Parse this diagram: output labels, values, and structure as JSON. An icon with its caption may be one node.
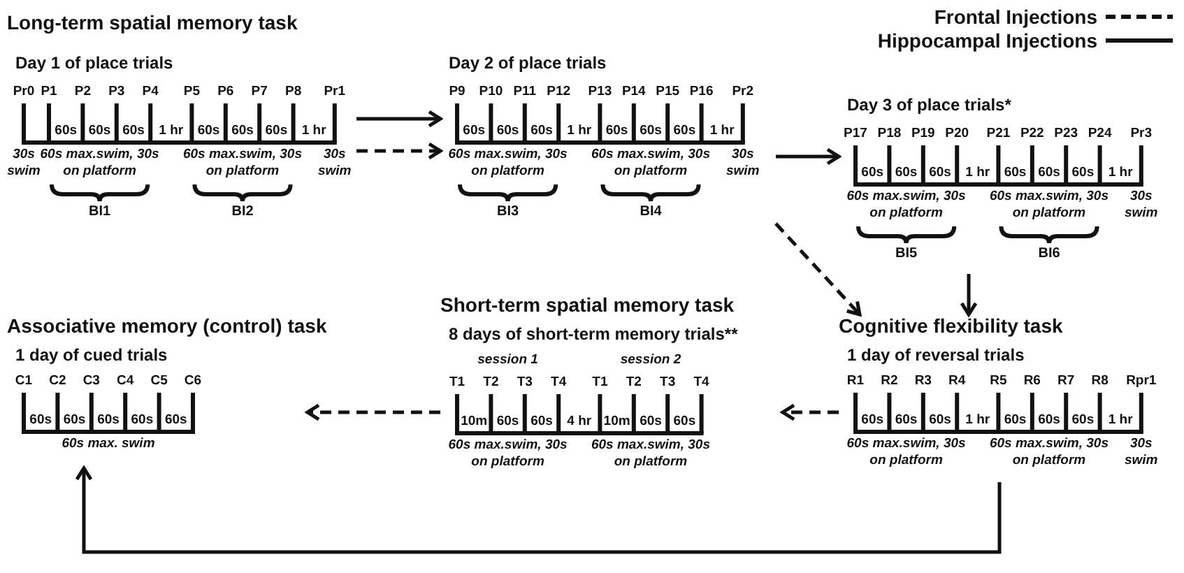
{
  "diagram": {
    "nodes": [
      {
        "text": [
          "Day 1 of place trials",
          "Pr0",
          "P1",
          "P2",
          "P3",
          "P4",
          "P5",
          "P6",
          "P7",
          "P8",
          "Pr1",
          "60s",
          "60s",
          "60s",
          "1 hr",
          "60s",
          "60s",
          "60s",
          "1 hr",
          "30s swim",
          "60s max.swim, 30s on platform",
          "60s max.swim, 30s on platform",
          "30s swim",
          "BI1",
          "BI2"
        ]
      },
      {
        "text": [
          "Day 2 of place trials",
          "P9",
          "P10",
          "P11",
          "P12",
          "P13",
          "P14",
          "P15",
          "P16",
          "Pr2",
          "60s",
          "60s",
          "60s",
          "1 hr",
          "60s",
          "60s",
          "60s",
          "1 hr",
          "60s max.swim, 30s on platform",
          "60s max.swim, 30s on platform",
          "30s swim",
          "BI3",
          "BI4"
        ]
      },
      {
        "text": [
          "Day 3 of place trials*",
          "P17",
          "P18",
          "P19",
          "P20",
          "P21",
          "P22",
          "P23",
          "P24",
          "Pr3",
          "60s",
          "60s",
          "60s",
          "1 hr",
          "60s",
          "60s",
          "60s",
          "1 hr",
          "60s max.swim, 30s on platform",
          "60s max.swim, 30s on platform",
          "30s swim",
          "BI5",
          "BI6"
        ]
      },
      {
        "text": [
          "Cognitive flexibility task",
          "1 day of reversal trials",
          "R1",
          "R2",
          "R3",
          "R4",
          "R5",
          "R6",
          "R7",
          "R8",
          "Rpr1",
          "60s",
          "60s",
          "60s",
          "1 hr",
          "60s",
          "60s",
          "60s",
          "1 hr",
          "60s max.swim, 30s on platform",
          "60s max.swim, 30s on platform",
          "30s swim"
        ]
      },
      {
        "text": [
          "Short-term spatial memory task",
          "8 days of short-term memory trials**",
          "session 1",
          "session 2",
          "T1",
          "T2",
          "T3",
          "T4",
          "T1",
          "T2",
          "T3",
          "T4",
          "10m",
          "60s",
          "60s",
          "4 hr",
          "10m",
          "60s",
          "60s",
          "60s max.swim, 30s on platform",
          "60s max.swim, 30s on platform"
        ]
      },
      {
        "text": [
          "Associative memory (control) task",
          "1 day of cued trials",
          "C1",
          "C2",
          "C3",
          "C4",
          "C5",
          "C6",
          "60s",
          "60s",
          "60s",
          "60s",
          "60s",
          "60s max. swim"
        ]
      }
    ],
    "edges": [
      {
        "from": 0,
        "to": 1,
        "arrow": "to"
      },
      {
        "from": 0,
        "to": 1,
        "arrow": "to",
        "style": "dashed"
      },
      {
        "from": 1,
        "to": 2,
        "arrow": "to"
      },
      {
        "from": 1,
        "to": 3,
        "arrow": "to",
        "style": "dashed"
      },
      {
        "from": 2,
        "to": 3,
        "arrow": "to"
      },
      {
        "from": 3,
        "to": 4,
        "arrow": "to",
        "style": "dashed"
      },
      {
        "from": 4,
        "to": 5,
        "arrow": "to",
        "style": "dashed"
      },
      {
        "from": 3,
        "to": 5,
        "arrow": "to"
      }
    ],
    "labels": [
      "Long-term spatial memory task"
    ],
    "legend": [
      {
        "text": "Frontal Injections"
      },
      {
        "text": "Hippocampal Injections"
      }
    ]
  }
}
